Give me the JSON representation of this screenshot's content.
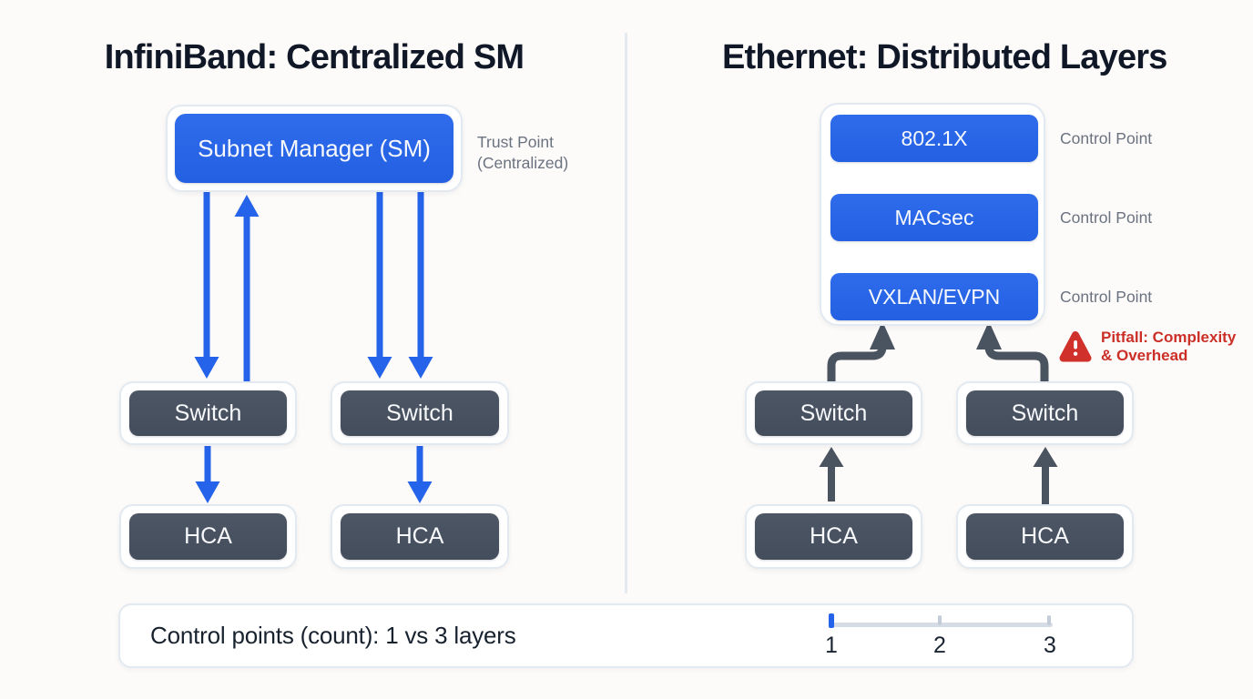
{
  "left_panel": {
    "title": "InfiniBand: Centralized SM",
    "sm_box": {
      "label": "Subnet Manager (SM)",
      "note": "Trust Point\n(Centralized)"
    },
    "switches": [
      "Switch",
      "Switch"
    ],
    "hcas": [
      "HCA",
      "HCA"
    ]
  },
  "right_panel": {
    "title": "Ethernet: Distributed Layers",
    "layers": [
      {
        "label": "802.1X",
        "note": "Control Point"
      },
      {
        "label": "MACsec",
        "note": "Control Point"
      },
      {
        "label": "VXLAN/EVPN",
        "note": "Control Point"
      }
    ],
    "pitfall": {
      "icon": "warning-triangle-exclamation",
      "text": "Pitfall: Complexity\n& Overhead"
    },
    "switches": [
      "Switch",
      "Switch"
    ],
    "hcas": [
      "HCA",
      "HCA"
    ]
  },
  "footer": {
    "caption": "Control points (count): 1 vs 3 layers",
    "scale": {
      "ticks": [
        "1",
        "2",
        "3"
      ],
      "selected": "1"
    }
  },
  "colors": {
    "accent_blue": "#2563eb",
    "node_dark": "#4a5260",
    "arrow_gray": "#4a5360",
    "alert_red": "#cb2f28",
    "note_gray": "#6b7280",
    "title_navy": "#101828",
    "background": "#fcfbf9"
  }
}
